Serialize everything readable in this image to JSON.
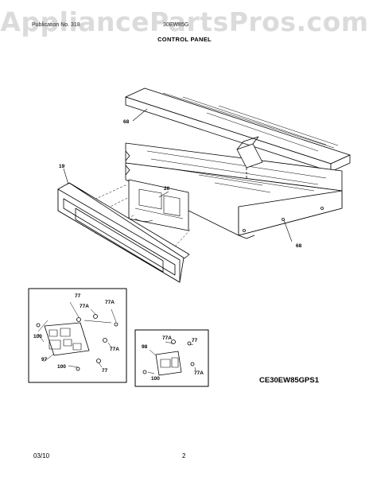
{
  "watermark": "AppliancePartsPros.com",
  "header": {
    "left_fragment": "Publication No. 318",
    "right_fragment": "30EW85G",
    "section_title": "CONTROL PANEL"
  },
  "callouts": {
    "c68_top": "68",
    "c68_right": "68",
    "c19": "19",
    "c20": "20",
    "left_box": {
      "c77_a": "77",
      "c77A_a": "77A",
      "c77A_b": "77A",
      "c100_a": "100",
      "c77A_c": "77A",
      "c97": "97",
      "c100_b": "100",
      "c77_b": "77"
    },
    "right_box": {
      "c77A": "77A",
      "c98": "98",
      "c77_a": "77",
      "c77A_b": "77A",
      "c100": "100"
    }
  },
  "model_number": "CE30EW85GPS1",
  "footer": {
    "date": "03/10",
    "page": "2"
  }
}
